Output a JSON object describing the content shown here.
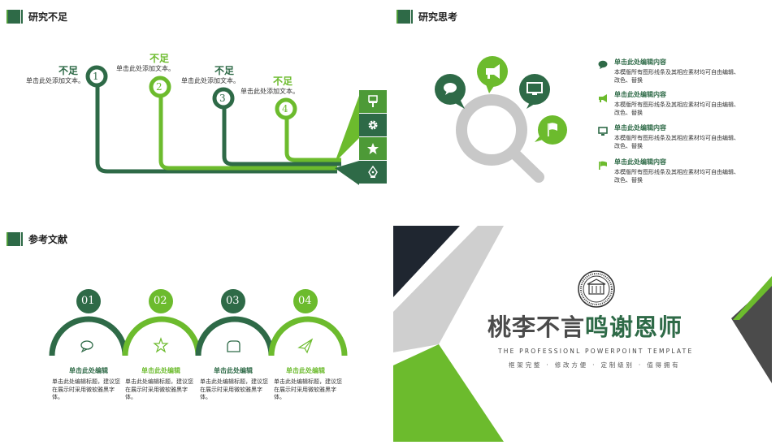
{
  "colors": {
    "dark_green": "#2e6a47",
    "light_green": "#6cbb2d",
    "gray": "#c8c8c8",
    "dark": "#1f2630",
    "dark_gray": "#4b4b4b"
  },
  "panel1": {
    "title": "研究不足",
    "items": [
      {
        "num": "1",
        "heading": "不足",
        "text": "单击此处添加文本。"
      },
      {
        "num": "2",
        "heading": "不足",
        "text": "单击此处添加文本。"
      },
      {
        "num": "3",
        "heading": "不足",
        "text": "单击此处添加文本。"
      },
      {
        "num": "4",
        "heading": "不足",
        "text": "单击此处添加文本。"
      }
    ],
    "icons": [
      "paint-brush-icon",
      "gear-icon",
      "star-icon",
      "pen-nib-icon"
    ]
  },
  "panel2": {
    "title": "研究思考",
    "items": [
      {
        "icon": "chat-bubble-icon",
        "heading": "单击此处编辑内容",
        "text": "本模版所有图形线条及其相应素材均可自由编辑、改色、替换"
      },
      {
        "icon": "megaphone-icon",
        "heading": "单击此处编辑内容",
        "text": "本模版所有图形线条及其相应素材均可自由编辑、改色、替换"
      },
      {
        "icon": "monitor-icon",
        "heading": "单击此处编辑内容",
        "text": "本模版所有图形线条及其相应素材均可自由编辑、改色、替换"
      },
      {
        "icon": "flag-icon",
        "heading": "单击此处编辑内容",
        "text": "本模版所有图形线条及其相应素材均可自由编辑、改色、替换"
      }
    ]
  },
  "panel3": {
    "title": "参考文献",
    "items": [
      {
        "num": "01",
        "icon": "chat-bubble-icon",
        "heading": "单击此处编辑",
        "text": "单击此处编辑标题，建议您在展示时采用微软雅黑字体。"
      },
      {
        "num": "02",
        "icon": "star-icon",
        "heading": "单击此处编辑",
        "text": "单击此处编辑标题，建议您在展示时采用微软雅黑字体。"
      },
      {
        "num": "03",
        "icon": "home-icon",
        "heading": "单击此处编辑",
        "text": "单击此处编辑标题，建议您在展示时采用微软雅黑字体。"
      },
      {
        "num": "04",
        "icon": "paper-plane-icon",
        "heading": "单击此处编辑",
        "text": "单击此处编辑标题，建议您在展示时采用微软雅黑字体。"
      }
    ]
  },
  "panel4": {
    "title_part1": "桃李不言",
    "title_part2": "鸣谢恩师",
    "subtitle_en": "THE PROFESSIONL POWERPOINT TEMPLATE",
    "subtitle_cn": "框架完整 · 修改方便 · 定制级别 · 值得拥有",
    "logo": "university-seal-logo"
  }
}
